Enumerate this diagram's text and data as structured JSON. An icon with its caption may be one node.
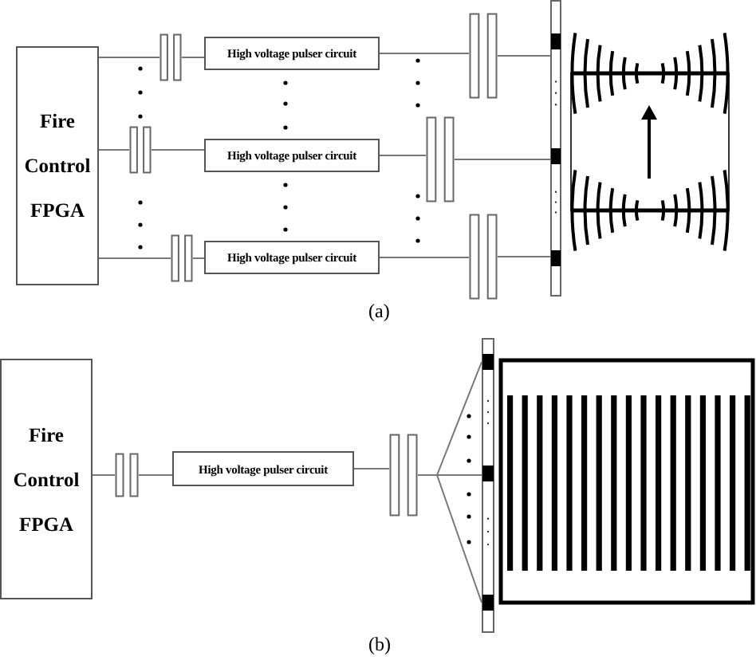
{
  "diagram": {
    "nodes": [
      {
        "text": [
          "Fire Control FPGA"
        ]
      },
      {
        "text": [
          "High voltage pulser circuit"
        ]
      },
      {
        "text": [
          "High voltage pulser circuit"
        ]
      },
      {
        "text": [
          "High voltage pulser circuit"
        ]
      },
      {
        "text": [],
        "shape": "bar"
      },
      {
        "text": [],
        "shape": "capacitor"
      },
      {
        "text": [],
        "shape": "capacitor"
      },
      {
        "text": [],
        "shape": "capacitor"
      },
      {
        "text": [],
        "shape": "capacitor"
      },
      {
        "text": [],
        "shape": "capacitor"
      },
      {
        "text": [],
        "shape": "capacitor"
      },
      {
        "text": [
          "Fire Control FPGA"
        ]
      },
      {
        "text": [
          "High voltage pulser circuit"
        ]
      },
      {
        "text": [],
        "shape": "capacitor"
      },
      {
        "text": [],
        "shape": "capacitor"
      },
      {
        "text": [],
        "shape": "bar"
      }
    ],
    "edges": [
      {
        "from": 0,
        "to": 5,
        "arrow": "none"
      },
      {
        "from": 5,
        "to": 1,
        "arrow": "none"
      },
      {
        "from": 1,
        "to": 6,
        "arrow": "none"
      },
      {
        "from": 6,
        "to": 4,
        "arrow": "none"
      },
      {
        "from": 0,
        "to": 7,
        "arrow": "none"
      },
      {
        "from": 7,
        "to": 2,
        "arrow": "none"
      },
      {
        "from": 2,
        "to": 8,
        "arrow": "none"
      },
      {
        "from": 8,
        "to": 4,
        "arrow": "none"
      },
      {
        "from": 0,
        "to": 9,
        "arrow": "none"
      },
      {
        "from": 9,
        "to": 3,
        "arrow": "none"
      },
      {
        "from": 3,
        "to": 10,
        "arrow": "none"
      },
      {
        "from": 10,
        "to": 4,
        "arrow": "none"
      },
      {
        "from": 11,
        "to": 13,
        "arrow": "none"
      },
      {
        "from": 13,
        "to": 12,
        "arrow": "none"
      },
      {
        "from": 12,
        "to": 14,
        "arrow": "none"
      },
      {
        "from": 14,
        "to": 15,
        "arrow": "none"
      }
    ],
    "labels": [
      "(a)",
      "(b)"
    ]
  }
}
